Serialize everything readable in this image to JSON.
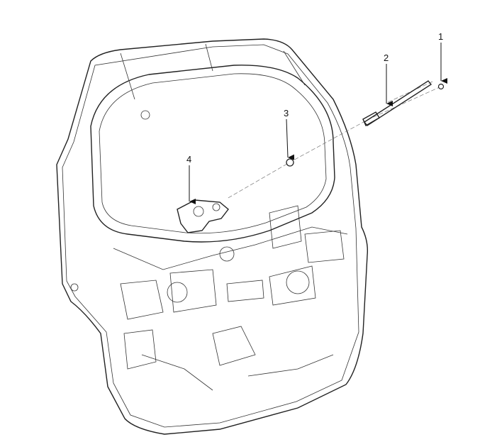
{
  "callouts": [
    {
      "number": "1",
      "part": "nut"
    },
    {
      "number": "2",
      "part": "wiper-arm-shaft"
    },
    {
      "number": "3",
      "part": "grommet"
    },
    {
      "number": "4",
      "part": "wiper-motor"
    }
  ],
  "colors": {
    "line": "#222222",
    "background": "#ffffff"
  }
}
